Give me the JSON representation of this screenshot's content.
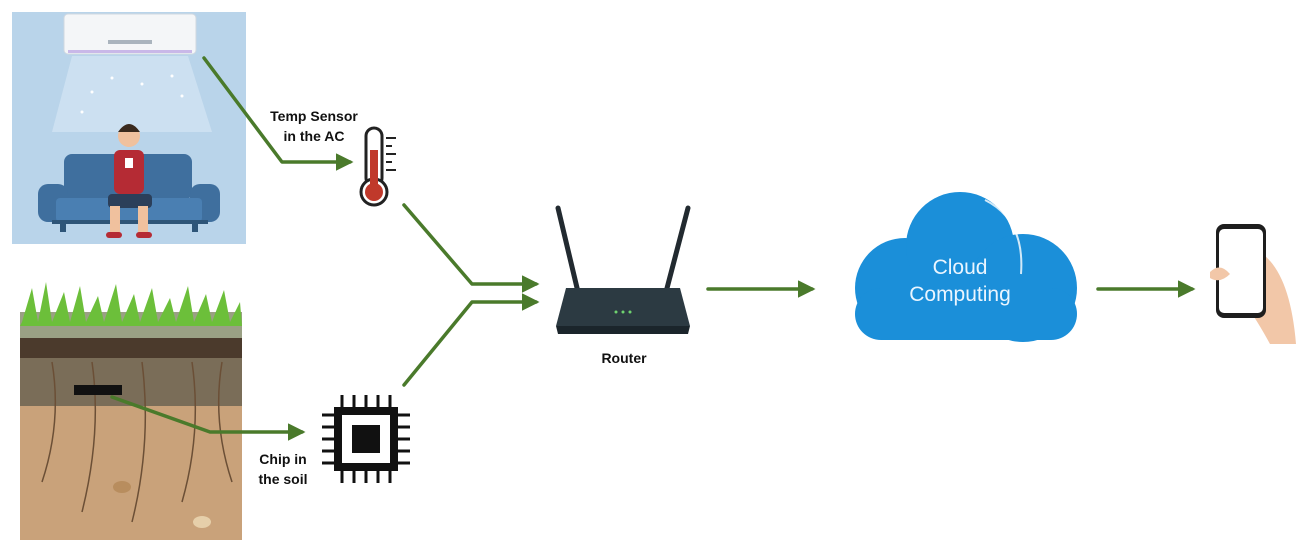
{
  "labels": {
    "temp_sensor_line1": "Temp Sensor",
    "temp_sensor_line2": "in the AC",
    "router": "Router",
    "cloud_line1": "Cloud",
    "cloud_line2": "Computing",
    "chip_line1": "Chip in",
    "chip_line2": "the soil"
  },
  "colors": {
    "arrow": "#4a7a2b",
    "cloud": "#1b8fd9",
    "room_bg": "#b8d4ea",
    "soil": "#c9a27a"
  },
  "icons": [
    "air-conditioner-illustration",
    "thermometer-icon",
    "soil-illustration",
    "chip-icon",
    "router-icon",
    "cloud-icon",
    "smartphone-icon"
  ]
}
